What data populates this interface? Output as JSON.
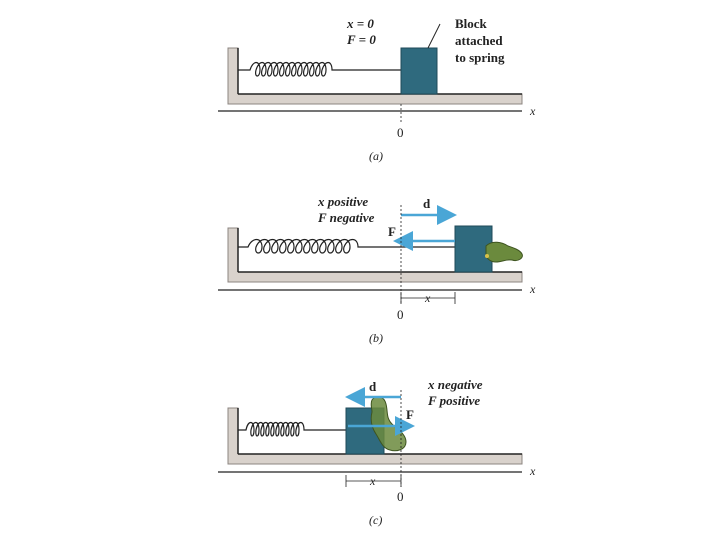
{
  "colors": {
    "wall": "#d9d2cc",
    "block": "#2f6a7e",
    "block_edge": "#1f4a58",
    "arrow": "#4aa6d6",
    "hand": "#6b8a3d",
    "line": "#222222"
  },
  "panel_a": {
    "x_eq": "x = 0",
    "f_eq": "F = 0",
    "block_label_1": "Block",
    "block_label_2": "attached",
    "block_label_3": "to spring",
    "axis_label": "x",
    "zero": "0",
    "caption": "(a)"
  },
  "panel_b": {
    "line1": "x positive",
    "line2": "F negative",
    "d_label": "d",
    "f_label": "F",
    "x_measure": "x",
    "axis_label": "x",
    "zero": "0",
    "caption": "(b)"
  },
  "panel_c": {
    "d_label": "d",
    "line1": "x negative",
    "line2": "F positive",
    "f_label": "F",
    "x_measure": "x",
    "axis_label": "x",
    "zero": "0",
    "caption": "(c)"
  },
  "icons": {
    "hand_b": "hand-icon",
    "hand_c": "hand-icon"
  }
}
